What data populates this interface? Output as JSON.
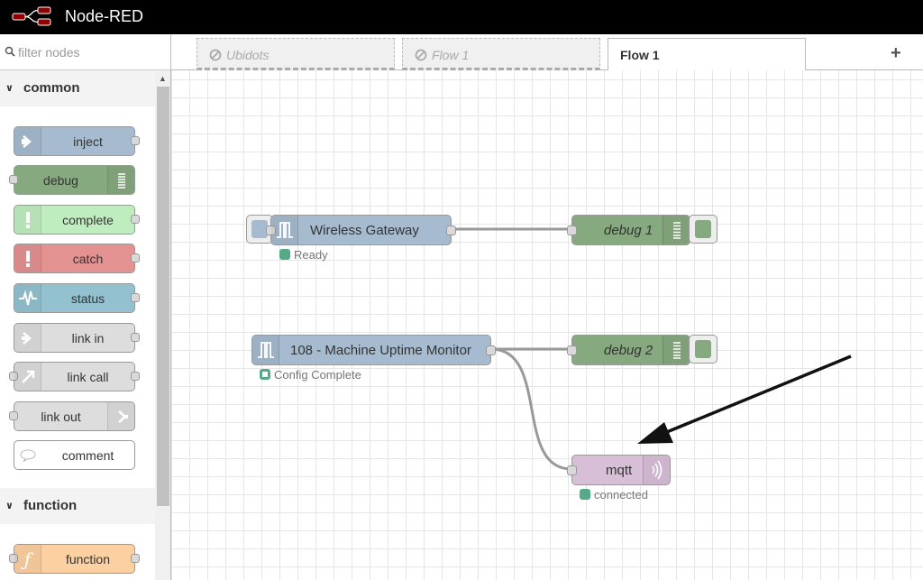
{
  "header": {
    "title": "Node-RED"
  },
  "palette": {
    "search_placeholder": "filter nodes",
    "categories": [
      {
        "label": "common",
        "nodes": [
          {
            "label": "inject",
            "color": "#a6bbcf",
            "icon": "arrow-in-icon"
          },
          {
            "label": "debug",
            "color": "#87a980",
            "icon": "debug-lines-icon"
          },
          {
            "label": "complete",
            "color": "#c0edc0",
            "icon": "exclamation-icon"
          },
          {
            "label": "catch",
            "color": "#e49191",
            "icon": "exclamation-icon"
          },
          {
            "label": "status",
            "color": "#94c1d0",
            "icon": "pulse-icon"
          },
          {
            "label": "link in",
            "color": "#dddddd",
            "icon": "link-in-icon"
          },
          {
            "label": "link call",
            "color": "#dddddd",
            "icon": "link-call-icon"
          },
          {
            "label": "link out",
            "color": "#dddddd",
            "icon": "link-out-icon"
          },
          {
            "label": "comment",
            "color": "#ffffff",
            "icon": "speech-bubble-icon"
          }
        ]
      },
      {
        "label": "function",
        "nodes": [
          {
            "label": "function",
            "color": "#fdd0a2",
            "icon": "function-icon"
          }
        ]
      }
    ]
  },
  "tabs": [
    {
      "label": "Ubidots",
      "state": "disabled"
    },
    {
      "label": "Flow 1",
      "state": "disabled"
    },
    {
      "label": "Flow 1",
      "state": "active"
    }
  ],
  "add_tab_label": "+",
  "flow": {
    "nodes": [
      {
        "id": "wireless",
        "label": "Wireless Gateway",
        "color": "#a6bbcf",
        "icon": "square-wave-icon",
        "status": {
          "text": "Ready",
          "shape": "dot"
        }
      },
      {
        "id": "debug1",
        "label": "debug 1",
        "color": "#87a980",
        "icon": "debug-lines-icon"
      },
      {
        "id": "machine",
        "label": "108 - Machine Uptime Monitor",
        "color": "#a6bbcf",
        "icon": "square-wave-icon",
        "status": {
          "text": "Config Complete",
          "shape": "ring"
        }
      },
      {
        "id": "debug2",
        "label": "debug 2",
        "color": "#87a980",
        "icon": "debug-lines-icon"
      },
      {
        "id": "mqtt",
        "label": "mqtt",
        "color": "#d8bfd8",
        "icon": "broadcast-icon",
        "status": {
          "text": "connected",
          "shape": "dot"
        }
      }
    ],
    "status_color": "#55aa88",
    "wire_color": "#999999"
  }
}
